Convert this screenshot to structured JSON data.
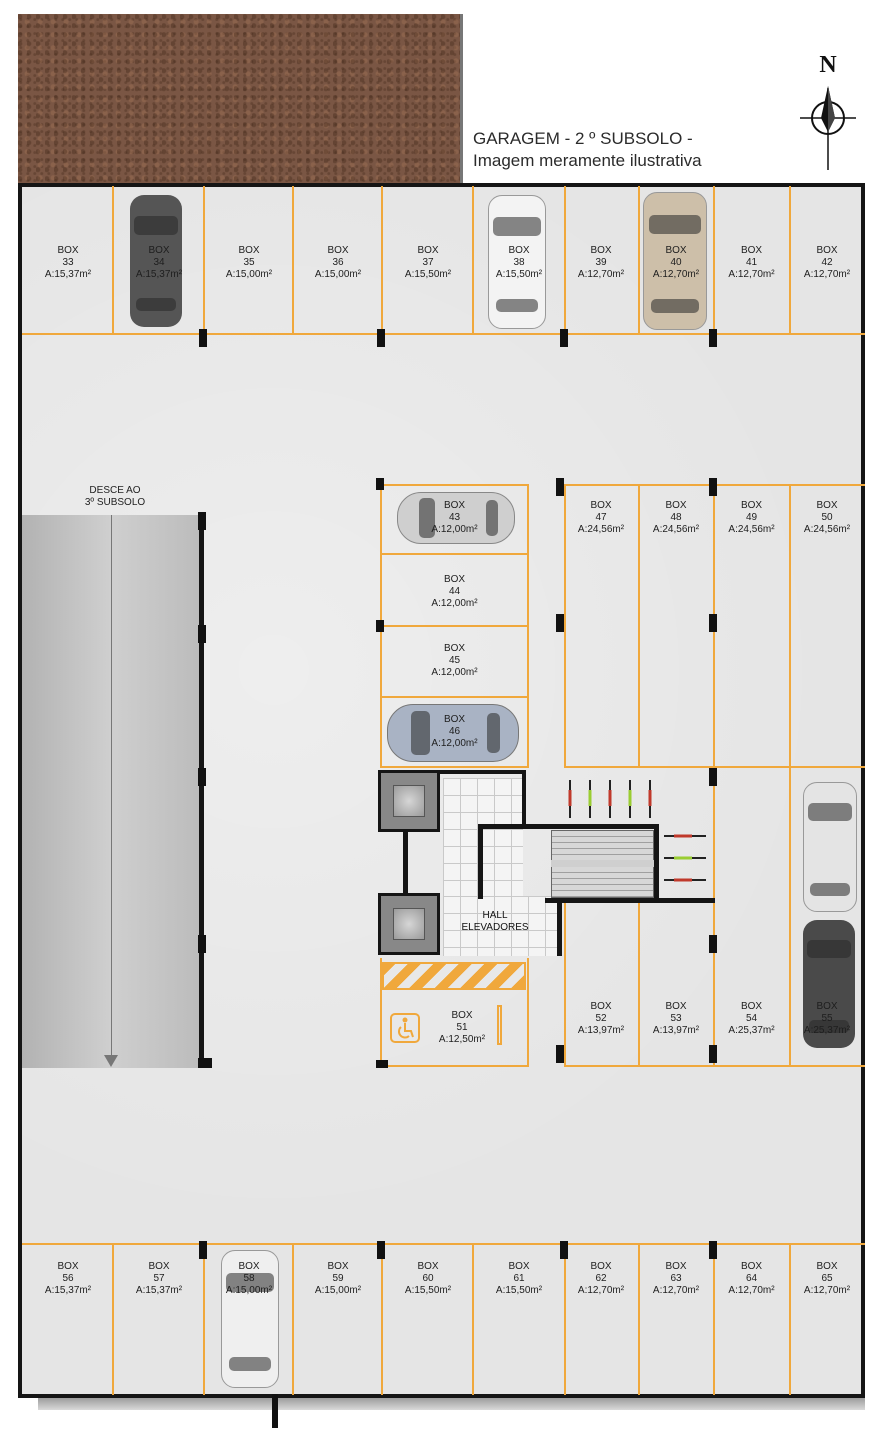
{
  "caption": {
    "line1": "GARAGEM - 2 º SUBSOLO -",
    "line2": "Imagem meramente ilustrativa"
  },
  "compass": {
    "label": "N"
  },
  "ramp": {
    "line1": "DESCE AO",
    "line2": "3º SUBSOLO"
  },
  "hall": {
    "line1": "HALL",
    "line2": "ELEVADORES"
  },
  "accent_color": "#f0a83c",
  "boxes": [
    {
      "label": "BOX",
      "number": "33",
      "area": "A:15,37m²"
    },
    {
      "label": "BOX",
      "number": "34",
      "area": "A:15,37m²"
    },
    {
      "label": "BOX",
      "number": "35",
      "area": "A:15,00m²"
    },
    {
      "label": "BOX",
      "number": "36",
      "area": "A:15,00m²"
    },
    {
      "label": "BOX",
      "number": "37",
      "area": "A:15,50m²"
    },
    {
      "label": "BOX",
      "number": "38",
      "area": "A:15,50m²"
    },
    {
      "label": "BOX",
      "number": "39",
      "area": "A:12,70m²"
    },
    {
      "label": "BOX",
      "number": "40",
      "area": "A:12,70m²"
    },
    {
      "label": "BOX",
      "number": "41",
      "area": "A:12,70m²"
    },
    {
      "label": "BOX",
      "number": "42",
      "area": "A:12,70m²"
    },
    {
      "label": "BOX",
      "number": "43",
      "area": "A:12,00m²"
    },
    {
      "label": "BOX",
      "number": "44",
      "area": "A:12,00m²"
    },
    {
      "label": "BOX",
      "number": "45",
      "area": "A:12,00m²"
    },
    {
      "label": "BOX",
      "number": "46",
      "area": "A:12,00m²"
    },
    {
      "label": "BOX",
      "number": "47",
      "area": "A:24,56m²"
    },
    {
      "label": "BOX",
      "number": "48",
      "area": "A:24,56m²"
    },
    {
      "label": "BOX",
      "number": "49",
      "area": "A:24,56m²"
    },
    {
      "label": "BOX",
      "number": "50",
      "area": "A:24,56m²"
    },
    {
      "label": "BOX",
      "number": "51",
      "area": "A:12,50m²"
    },
    {
      "label": "BOX",
      "number": "52",
      "area": "A:13,97m²"
    },
    {
      "label": "BOX",
      "number": "53",
      "area": "A:13,97m²"
    },
    {
      "label": "BOX",
      "number": "54",
      "area": "A:25,37m²"
    },
    {
      "label": "BOX",
      "number": "55",
      "area": "A:25,37m²"
    },
    {
      "label": "BOX",
      "number": "56",
      "area": "A:15,37m²"
    },
    {
      "label": "BOX",
      "number": "57",
      "area": "A:15,37m²"
    },
    {
      "label": "BOX",
      "number": "58",
      "area": "A:15,00m²"
    },
    {
      "label": "BOX",
      "number": "59",
      "area": "A:15,00m²"
    },
    {
      "label": "BOX",
      "number": "60",
      "area": "A:15,50m²"
    },
    {
      "label": "BOX",
      "number": "61",
      "area": "A:15,50m²"
    },
    {
      "label": "BOX",
      "number": "62",
      "area": "A:12,70m²"
    },
    {
      "label": "BOX",
      "number": "63",
      "area": "A:12,70m²"
    },
    {
      "label": "BOX",
      "number": "64",
      "area": "A:12,70m²"
    },
    {
      "label": "BOX",
      "number": "65",
      "area": "A:12,70m²"
    }
  ]
}
